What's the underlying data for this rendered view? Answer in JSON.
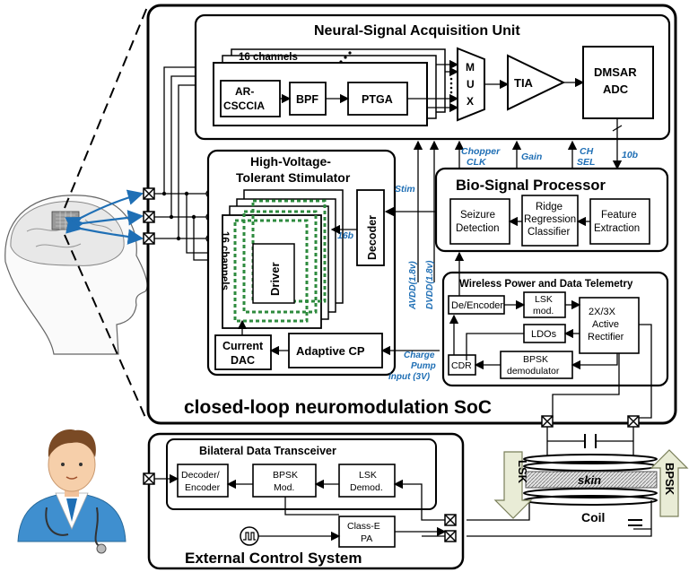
{
  "soc": {
    "title": "closed-loop neuromodulation SoC",
    "acquisition": {
      "title": "Neural-Signal Acquisition Unit",
      "channels": "16 channels",
      "blocks": [
        "AR-",
        "CSCCIA",
        "BPF",
        "PTGA",
        "M",
        "U",
        "X",
        "TIA",
        "DMSAR",
        "ADC"
      ]
    },
    "stimulator": {
      "title_line1": "High-Voltage-",
      "title_line2": "Tolerant Stimulator",
      "channels": "16 channels",
      "driver": "Driver",
      "decoder": "Decoder",
      "current_dac_1": "Current",
      "current_dac_2": "DAC",
      "adaptive_cp": "Adaptive CP"
    },
    "processor": {
      "title": "Bio-Signal Processor",
      "seizure_1": "Seizure",
      "seizure_2": "Detection",
      "ridge_1": "Ridge",
      "ridge_2": "Regression",
      "ridge_3": "Classifier",
      "feature_1": "Feature",
      "feature_2": "Extraction"
    },
    "telemetry": {
      "title": "Wireless Power and Data Telemetry",
      "deenc": "De/Encoder",
      "lsk_1": "LSK",
      "lsk_2": "mod.",
      "ldos": "LDOs",
      "cdr": "CDR",
      "bpsk_1": "BPSK",
      "bpsk_2": "demodulator",
      "rect_1": "2X/3X",
      "rect_2": "Active",
      "rect_3": "Rectifier"
    },
    "signals": {
      "chopper_1": "Chopper",
      "chopper_2": "CLK",
      "gain": "Gain",
      "ch_1": "CH",
      "ch_2": "SEL",
      "tenb": "10b",
      "stim": "Stim",
      "sixteenb": "16b",
      "avdd": "AVDD(1.8v)",
      "dvdd": "DVDD(1.8v)",
      "cp_1": "Charge",
      "cp_2": "Pump",
      "cp_3": "input (3V)"
    }
  },
  "link": {
    "lsk": "LSK",
    "bpsk": "BPSK",
    "skin": "skin",
    "coil": "Coil"
  },
  "external": {
    "title": "External Control System",
    "transceiver": "Bilateral Data Transceiver",
    "dec_1": "Decoder/",
    "dec_2": "Encoder",
    "bpsk_1": "BPSK",
    "bpsk_2": "Mod.",
    "lsk_1": "LSK",
    "lsk_2": "Demod.",
    "pa_1": "Class-E",
    "pa_2": "PA"
  },
  "colors": {
    "accent": "#1f6fb5",
    "driver_dash": "#2e8b3e",
    "arrow_fill": "#e9ecd6"
  }
}
